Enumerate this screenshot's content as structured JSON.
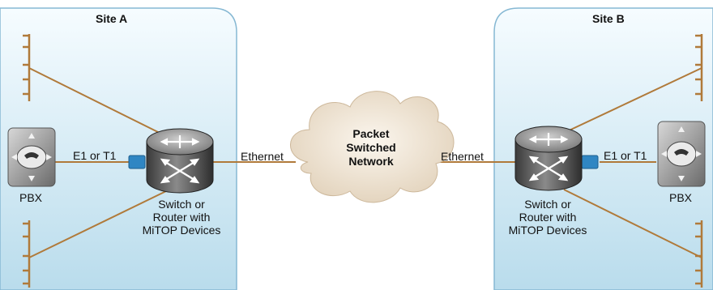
{
  "site_a": {
    "title": "Site A"
  },
  "site_b": {
    "title": "Site B"
  },
  "cloud": {
    "line1": "Packet",
    "line2": "Switched",
    "line3": "Network"
  },
  "links": {
    "left_ethernet": "Ethernet",
    "right_ethernet": "Ethernet",
    "left_e1t1": "E1 or T1",
    "right_e1t1": "E1 or T1"
  },
  "pbx_left": "PBX",
  "pbx_right": "PBX",
  "switch_left": {
    "line1": "Switch or",
    "line2": "Router with",
    "line3": "MiTOP Devices"
  },
  "switch_right": {
    "line1": "Switch or",
    "line2": "Router with",
    "line3": "MiTOP Devices"
  },
  "colors": {
    "panel_top": "#f4fbfe",
    "panel_bottom": "#bfe0ef",
    "panel_border": "#7fb3cf",
    "link": "#b07a3a",
    "connector": "#2f86c3",
    "cloud": "#efe3d2"
  }
}
